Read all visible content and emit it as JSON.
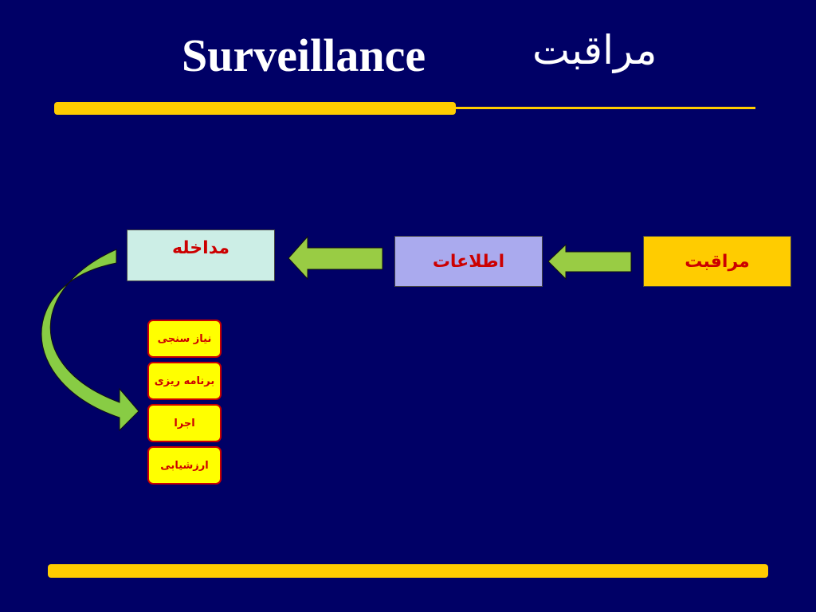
{
  "title": {
    "english": "Surveillance",
    "persian": "مراقبت"
  },
  "flow": {
    "surveillance": "مراقبت",
    "information": "اطلاعات",
    "intervention": "مداخله"
  },
  "steps": [
    "نیاز سنجی",
    "برنامه ریزی",
    "اجرا",
    "ارزشیابی"
  ],
  "colors": {
    "background": "#000066",
    "accent": "#ffcc00",
    "arrow": "#99cc44",
    "text_red": "#cc0000"
  }
}
